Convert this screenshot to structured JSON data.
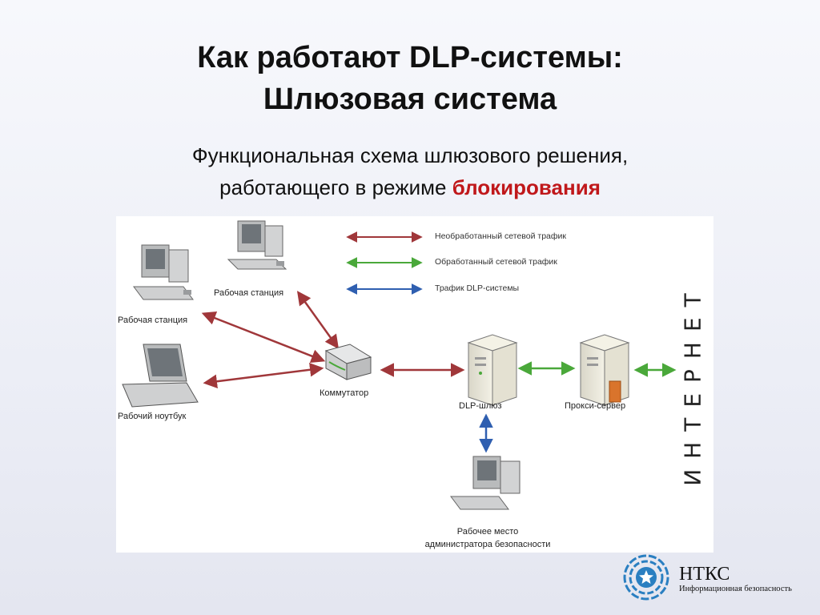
{
  "slide": {
    "title_line1": "Как работают DLP-системы:",
    "title_line2": "Шлюзовая система",
    "subtitle_line1": "Функциональная схема шлюзового решения,",
    "subtitle_line2_prefix": "работающего в режиме ",
    "subtitle_highlight": "блокирования"
  },
  "legend": [
    {
      "label": "Необработанный сетевой трафик",
      "color": "#a0373a"
    },
    {
      "label": "Обработанный сетевой трафик",
      "color": "#4aa83a"
    },
    {
      "label": "Трафик DLP-системы",
      "color": "#2f5fb0"
    }
  ],
  "nodes": {
    "workstation_left": "Рабочая станция",
    "workstation_top": "Рабочая станция",
    "laptop": "Рабочий ноутбук",
    "switch": "Коммутатор",
    "dlp_gateway": "DLP-шлюз",
    "proxy": "Прокси-сервер",
    "admin_line1": "Рабочее место",
    "admin_line2": "администратора безопасности",
    "internet": "ИНТЕРНЕТ"
  },
  "logo": {
    "name": "НТКС",
    "tagline": "Информационная безопасность",
    "color": "#2a7fc1"
  }
}
